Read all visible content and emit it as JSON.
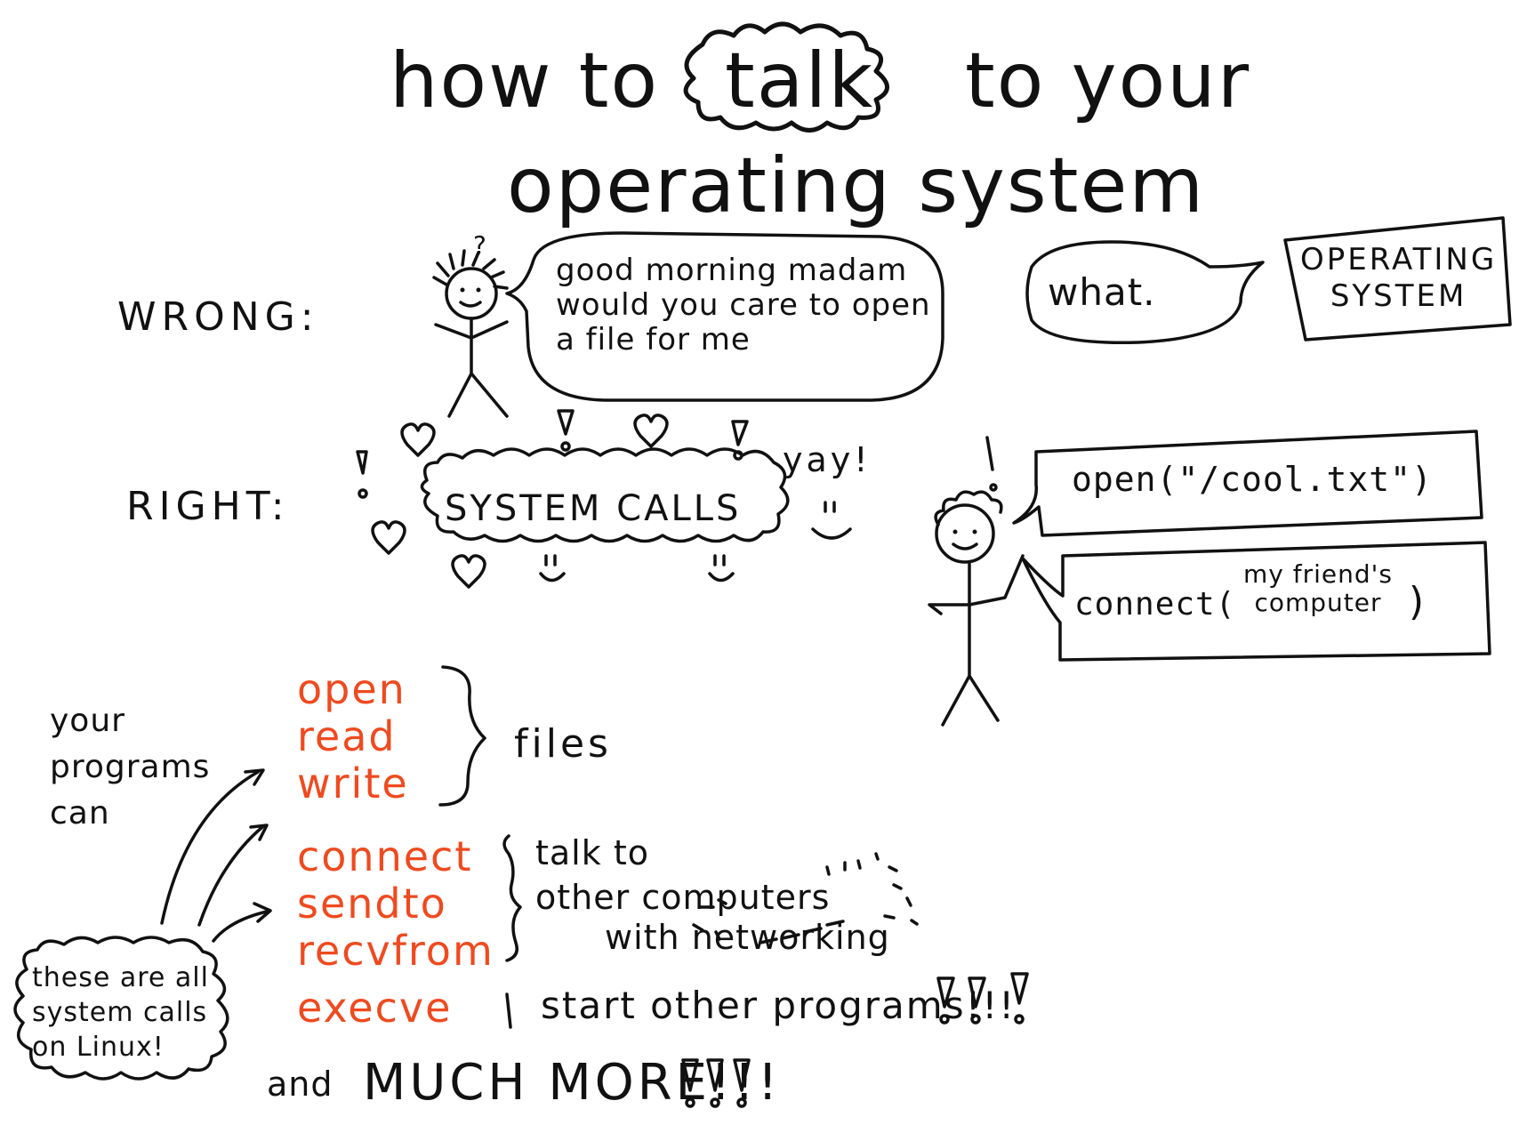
{
  "title": {
    "line1_before": "how to",
    "line1_emph": "talk",
    "line1_after": "to your",
    "line2": "operating system"
  },
  "wrong": {
    "label": "WRONG:",
    "person_question": "?",
    "speech": "good morning madam\nwould you care to open\na file for me",
    "os_reply": "what.",
    "os_box": "OPERATING\nSYSTEM"
  },
  "right": {
    "label": "RIGHT:",
    "cloud": "SYSTEM CALLS",
    "yay": "yay!",
    "person_exclaim": "!",
    "call_open": "open(\"/cool.txt\")",
    "call_connect_prefix": "connect(",
    "call_connect_arg": "my friend's\ncomputer",
    "call_connect_suffix": ")"
  },
  "list": {
    "intro": "your\nprograms\ncan",
    "group_files": {
      "calls": [
        "open",
        "read",
        "write"
      ],
      "desc": "files"
    },
    "group_net": {
      "calls": [
        "connect",
        "sendto",
        "recvfrom"
      ],
      "desc_line1": "talk to",
      "desc_line2": "other computers",
      "desc_line3": "with networking"
    },
    "group_exec": {
      "call": "execve",
      "desc": "start other programs!!!"
    },
    "footer_prefix": "and",
    "footer_main": "MUCH MORE!!!",
    "note": "these are all\nsystem calls\non Linux!"
  },
  "colors": {
    "ink": "#111111",
    "syscall": "#ef4a1f",
    "background": "#ffffff"
  }
}
